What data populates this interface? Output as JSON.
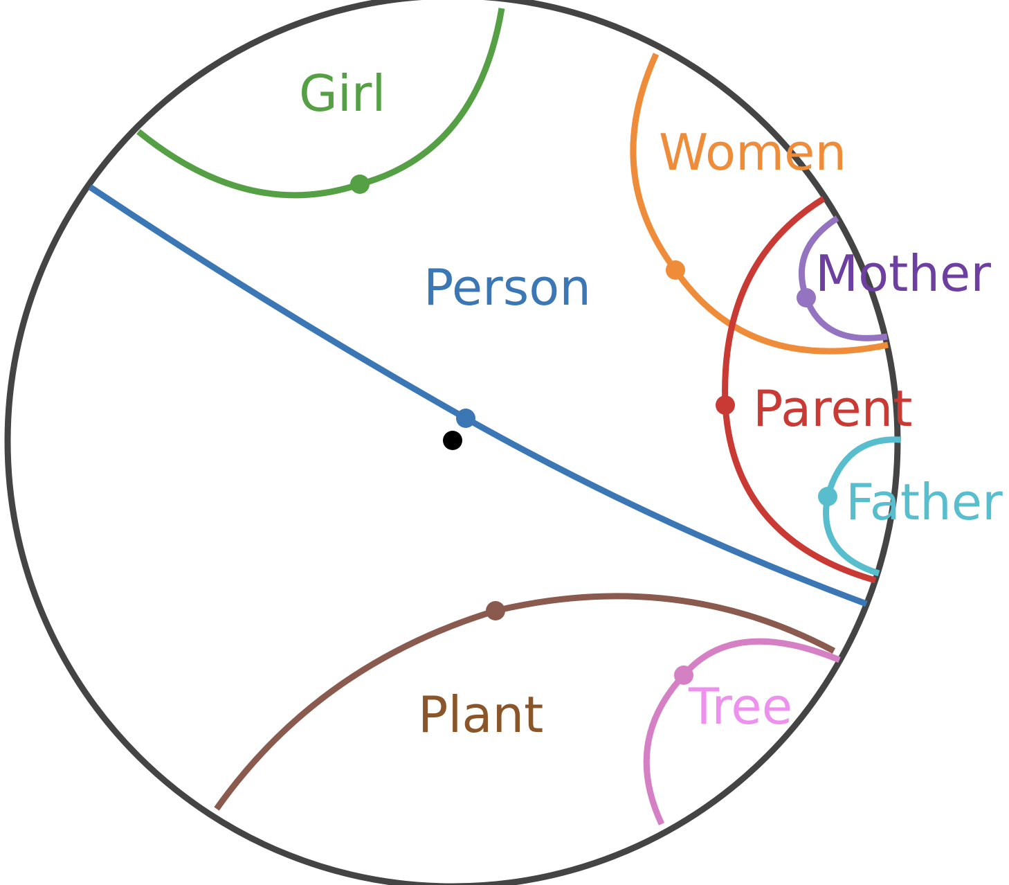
{
  "diagram": {
    "colors": {
      "boundary": "#444444",
      "origin": "#000000",
      "girl": "#55A044",
      "women": "#EF8C3A",
      "person": "#3B76B5",
      "parent": "#CA3A34",
      "mother_line": "#9474C1",
      "mother_text": "#6C3FA0",
      "father": "#58BECE",
      "plant_line": "#8B5A4E",
      "plant_text": "#8A5528",
      "tree_line": "#D580C5",
      "tree_text": "#EE90EE"
    },
    "concepts": {
      "girl": "Girl",
      "women": "Women",
      "person": "Person",
      "mother": "Mother",
      "parent": "Parent",
      "father": "Father",
      "plant": "Plant",
      "tree": "Tree"
    }
  }
}
